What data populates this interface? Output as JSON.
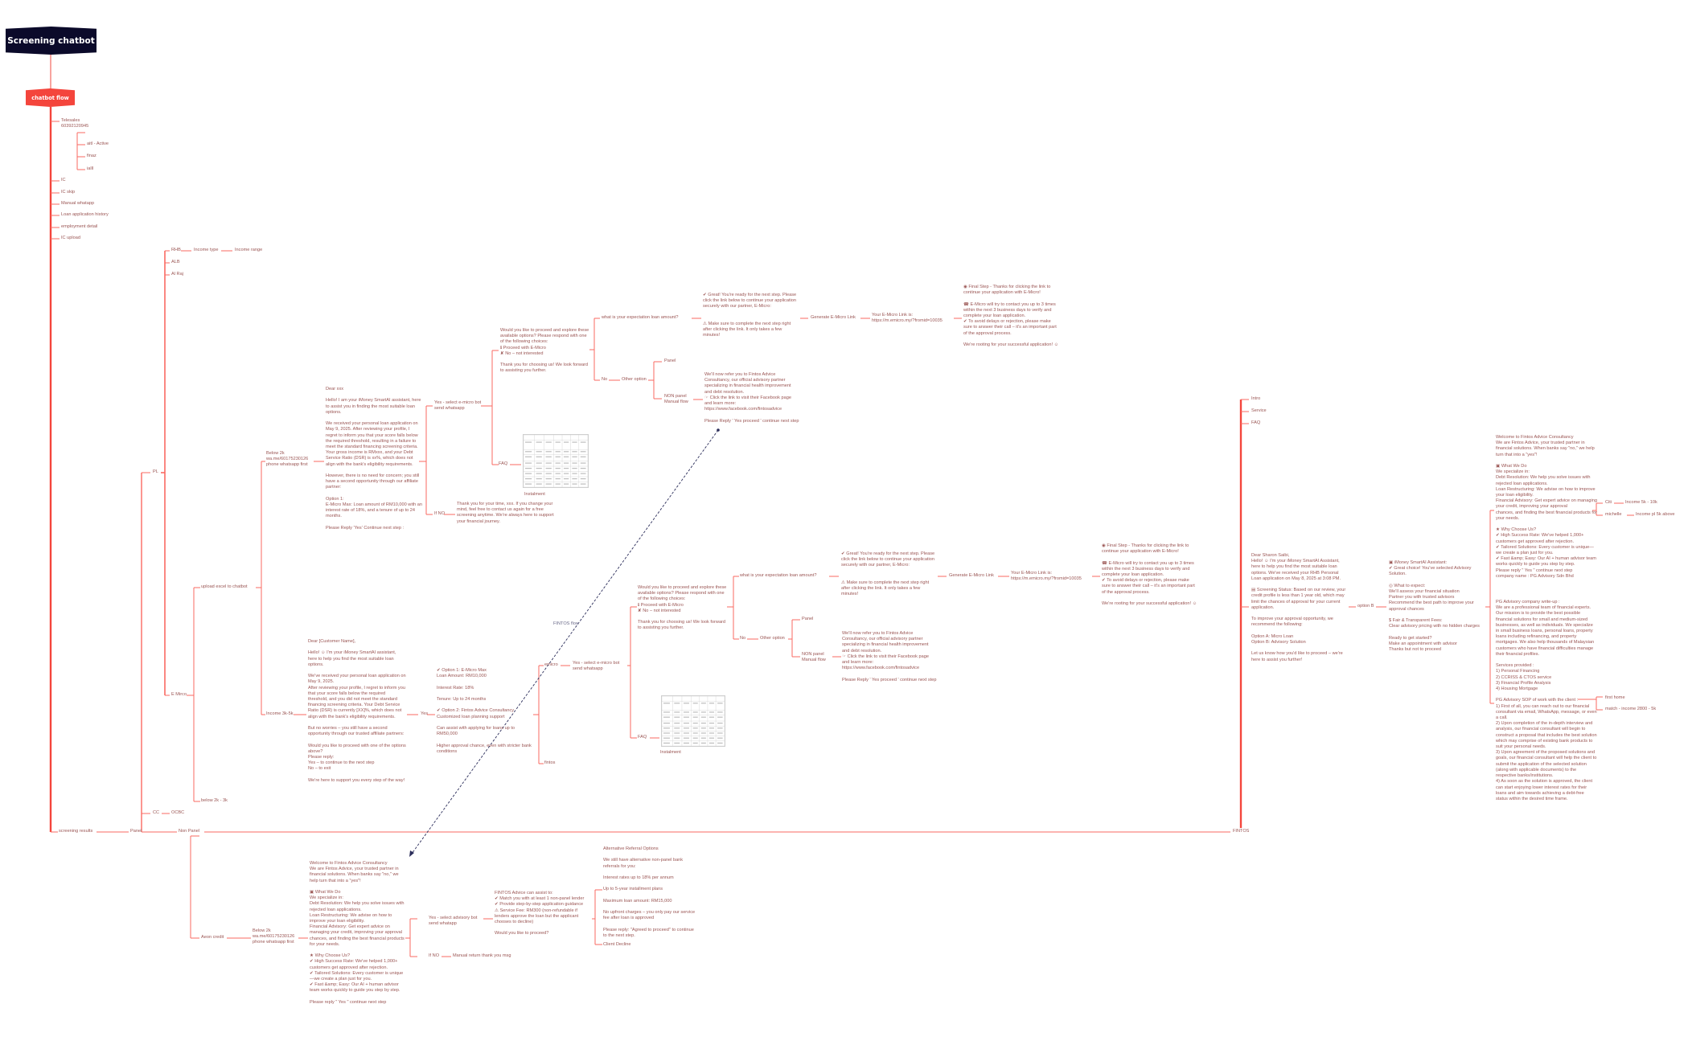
{
  "title": "Screening chatbot",
  "root": "chatbot flow",
  "colors": {
    "title_bg": "#0b0a2a",
    "root_bg": "#f4453c",
    "connector": "#fa6a62",
    "text": "#9a5553",
    "arrow": "#2b2d5a"
  },
  "top_items": {
    "telesales": "Telesales\n60392120945",
    "telesales_children": [
      "aitl - Active",
      "finaz",
      "ialll"
    ],
    "ic": "IC",
    "ic_skip": "IC skip",
    "manual_whatapp": "Manual whatapp",
    "loan_history": "Loan application history",
    "employment": "employment detail",
    "ic_upload": "IC upload"
  },
  "screening": {
    "label": "screening results",
    "panel": "Panel",
    "non_panel": "Non Panel",
    "fintos": "FINTOS"
  },
  "panel": {
    "pl": "PL",
    "rhb": "RHB",
    "income_type": "Income type",
    "income_range": "Income range",
    "alb": "ALB",
    "al_raj": "Al Raj",
    "e_mirco": "E Mirco",
    "cc": "CC",
    "ocbc": "OCBC"
  },
  "emirco": {
    "upload": "upload excel to chatbot",
    "below_2k_3k": "below 2k - 3k",
    "below_2k": "Below 2k\nwa.me/60175230126\nphone whatsapp first",
    "income_3k_5k": "Income 3k-5k"
  },
  "flow_a": {
    "message": "Dear xxx\n\nHello! I am your iMoney SmartAI assistant, here to assist you in finding the most suitable loan options.\n\nWe received your personal loan application on May 9, 2025. After reviewing your profile, I regret to inform you that your score falls below the required threshold, resulting in a failure to meet the standard financing screening criteria. Your gross income is RMxxx, and your Debt Service Ratio (DSR) is xx%, which does not align with the bank's eligibility requirements.\n\nHowever, there is no need for concern; you still have a second opportunity through our affiliate partner:\n\nOption 1:\nE-Micro Max: Loan amount of RM10,000 with an interest rate of 18%, and a tenure of up to 24 months.\n\nPlease Reply 'Yes' Continue next step :",
    "yes": "Yes - select e-micro bot\nsend whatsapp",
    "if_no": "If NO",
    "thank_you": "Thank you for your time, xxx. If you change your mind, feel free to contact us again for a free screening anytime. We're always here to support your financial journey.",
    "choice": "Would you like to proceed and explore these available options? Please respond with one of the following choices:\nℹ Proceed with E-Micro\n✘ No – not interested\n\nThank you for choosing us! We look forward to assisting you further.",
    "faq": "FAQ",
    "instalment": "Instalment",
    "expectation": "what is your expectation loan amount?",
    "great": "✔ Great! You're ready for the next step. Please click the link below to continue your application securely with our partner, E-Micro:\n\n\n⚠ Make sure to complete the next step right after clicking the link. It only takes a few minutes!",
    "generate": "Generate E-Micro Link",
    "link": "Your E-Micro Link is:\nhttps://m.emicro.my/?fromid=10035",
    "final": "◉ Final Step - Thanks for clicking the link to continue your application with E-Micro!\n\n☎ E-Micro will try to contact you up to 3 times within the next 3 business days to verify and complete your loan application.\n✔ To avoid delays or rejection, please make sure to answer their call – it's an important part of the approval process.\n\nWe're rooting for your successful application! ☺",
    "no": "No",
    "other_option": "Other option",
    "panel": "Panel",
    "non_panel": "NON panel\nManual flow",
    "referral": "We'll now refer you to Fintos Advice Consultancy, our official advisory partner specializing in financial health improvement and debt resolution.\n☞ Click the link to visit their Facebook page and learn more:\nhttps://www.facebook.com/fintosadvice\n\nPlease Reply ' Yes proceed ' continue next step"
  },
  "flow_b": {
    "message": "Dear [Customer Name],\n\nHello! ☺ I'm your iMoney SmartAI assistant, here to help you find the most suitable loan options.\n\nWe've received your personal loan application on May 9, 2025.\nAfter reviewing your profile, I regret to inform you that your score falls below the required threshold, and you did not meet the standard financing screening criteria. Your Debt Service Ratio (DSR) is currently [XX]%, which does not align with the bank's eligibility requirements.\n\nBut no worries – you still have a second opportunity through our trusted affiliate partners:\n\nWould you like to proceed with one of the options above?\nPlease reply:\nYes – to continue to the next step\nNo – to exit\n\nWe're here to support you every step of the way!",
    "yes": "Yes",
    "options": "✔ Option 1: E-Micro Max\nLoan Amount: RM10,000\n\nInterest Rate: 18%\n\nTenure: Up to 24 months\n\n✔ Option 2: Fintos Advice Consultancy\nCustomized loan planning support\n\nCan assist with applying for loans up to RM50,000\n\nHigher approval chance, even with stricter bank conditions",
    "emicro": "emicro",
    "fintos": "fintos",
    "yes_select": "Yes - select e-micro bot\nsend whatsapp",
    "choice": "Would you like to proceed and explore these available options? Please respond with one of the following choices:\nℹ Proceed with E-Micro\n✘ No – not interested\n\nThank you for choosing us! We look forward to assisting you further.",
    "faq": "FAQ",
    "instalment": "Instalment",
    "expectation": "what is your expectation loan amount?",
    "great": "✔ Great! You're ready for the next step. Please click the link below to continue your application securely with our partner, E-Micro:\n\n\n⚠ Make sure to complete the next step right after clicking the link. It only takes a few minutes!",
    "generate": "Generate E-Micro Link",
    "link": "Your E-Micro Link is:\nhttps://m.emicro.my/?fromid=10035",
    "final": "◉ Final Step - Thanks for clicking the link to continue your application with E-Micro!\n\n☎ E-Micro will try to contact you up to 3 times within the next 3 business days to verify and complete your loan application.\n✔ To avoid delays or rejection, please make sure to answer their call – it's an important part of the approval process.\n\nWe're rooting for your successful application! ☺",
    "no": "No",
    "other_option": "Other option",
    "panel": "Panel",
    "non_panel": "NON panel\nManual flow",
    "referral": "We'll now refer you to Fintos Advice Consultancy, our official advisory partner specializing in financial health improvement and debt resolution.\n☞ Click the link to visit their Facebook page and learn more:\nhttps://www.facebook.com/fintosadvice\n\nPlease Reply ' Yes proceed ' continue next step"
  },
  "fintos_flow_label": "FINTOS flow",
  "non_panel_branch": {
    "aeon": "Aeon credit",
    "below_2k": "Below 2k\nwa.me/60175230126\nphone whatsapp first",
    "welcome": "Welcome to Fintos Advice Consultancy\nWe are Fintos Advice, your trusted partner in financial solutions. When banks say \"no,\" we help turn that into a \"yes\"!\n\n▣ What We Do\nWe specialize in:\nDebt Resolution: We help you solve issues with rejected loan applications.\nLoan Restructuring: We advise on how to improve your loan eligibility.\nFinancial Advisory: Get expert advice on managing your credit, improving your approval\nchances, and finding the best financial products for your needs.\n\n★ Why Choose Us?\n✔ High Success Rate: We've helped 1,000+ customers get approved after rejection.\n✔ Tailored Solutions: Every customer is unique—we create a plan just for you.\n✔ Fast &amp; Easy: Our AI + human advisor team works quickly to guide you step by step.\n\nPlease reply \" Yes \" continue next step",
    "yes_advisory": "Yes - select advisory bot\nsend whatapp",
    "if_no": "If NO",
    "manual_return": "Manual return thank you msg",
    "assist": "FINTOS Advice can assist to:\n✔ Match you with at least 1 non-panel lender\n✔ Provide step-by-step application guidance\n⚠ Service Fee: RM300 (non-refundable if lenders approve the loan but the applicant chooses to decline)\n\nWould you like to proceed?",
    "alternative": "Alternative Referral Options\n\nWe still have alternative non-panel bank referrals for you:\n\nInterest rates up to 18% per annum\n\nUp to 5-year installment plans\n\nMaximum loan amount: RM15,000\n\nNo upfront charges – you only pay our service fee after loan is approved\n\nPlease reply: \"Agreed to proceed\" to continue to the next step.",
    "client_decline": "Client Decline"
  },
  "fintos_branch": {
    "intro": "Intro",
    "service": "Service",
    "faq": "FAQ",
    "sharon_msg": "Dear Sharon Saibi,\nHello! ☺ I'm your iMoney SmartAI Assistant, here to help you find the most suitable loan options. We've received your RHB Personal Loan application on May 8, 2025 at 3:08 PM.\n\n▤ Screening Status: Based on our review, your credit profile is less than 1 year old, which may limit the chances of approval for your current application.\n\nTo improve your approval opportunity, we recommend the following:\n\nOption A: Micro Loan\nOption B: Advisory Solution\n\nLet us know how you'd like to proceed – we're here to assist you further!",
    "option_b": "option B",
    "advisory_msg": "▣ iMoney SmartAI Assistant:\n✔ Great choice! You've selected Advisory Solution.\n\n◎ What to expect:\nWe'll assess your financial situation\nPartner you with trusted advisors\nRecommend the best path to improve your approval chances\n\n$ Fair & Transparent Fees:\nClear advisory pricing with no hidden charges\n\nReady to get started?\nMake an appointment with advisor\nThanks but not to proceed",
    "welcome": "Welcome to Fintos Advice Consultancy\nWe are Fintos Advice, your trusted partner in financial solutions. When banks say \"no,\" we help turn that into a \"yes\"!\n\n▣ What We Do\nWe specialize in:\nDebt Resolution: We help you solve issues with rejected loan applications.\nLoan Restructuring: We advise on how to improve your loan eligibility.\nFinancial Advisory: Get expert advice on managing your credit, improving your approval\nchances, and finding the best financial products for your needs.\n\n★ Why Choose Us?\n✔ High Success Rate: We've helped 1,000+ customers get approved after rejection.\n✔ Tailored Solutions: Every customer is unique—we create a plan just for you.\n✔ Fast &amp; Easy: Our AI + human advisor team works quickly to guide you step by step.\nPlease reply \" Yes \" continue next step\ncompany name : PG Advisory Sdn Bhd",
    "citi": "Citi",
    "income_5k_10k": "Income 5k - 10k",
    "michelle": "michelle",
    "income_pl": "Income pl 5k above",
    "pg_writeup": "PG Advisory company write-up :\nWe are a professional team of financial experts. Our mission is to provide the best possible financial solutions for small and medium-sized businesses, as well as individuals. We specialize in small business loans, personal loans, property loans including refinancing, and property mortgages. We also help thousands of Malaysian customers who have financial difficulties manage their financial profiles.\n\nServices provided :\n1) Personal Financing\n2) CCRISS & CTOS service\n3) Financial Profile Analysis\n4) Housing Mortgage\n\nPG Advisory SOP of work with the client :\n1) First of all, you can reach out to our financial consultant via email, WhatsApp, message, or even a call.\n2) Upon completion of the in-depth interview and analysis, our financial consultant will begin to construct a proposal that includes the best solution which may comprise of existing bank products to suit your personal needs.\n3) Upon agreement of the proposed solutions and goals, our financial consultant will help the client to submit the application of the selected solution (along with applicable documents) to the respective banks/institutions.\n4) As soon as the solution is approved, the client can start enjoying lower interest rates for their loans and aim towards achieving a debt-free status within the desired time frame.",
    "first_home": "first home",
    "match": "match - income 2800 - 5k"
  }
}
